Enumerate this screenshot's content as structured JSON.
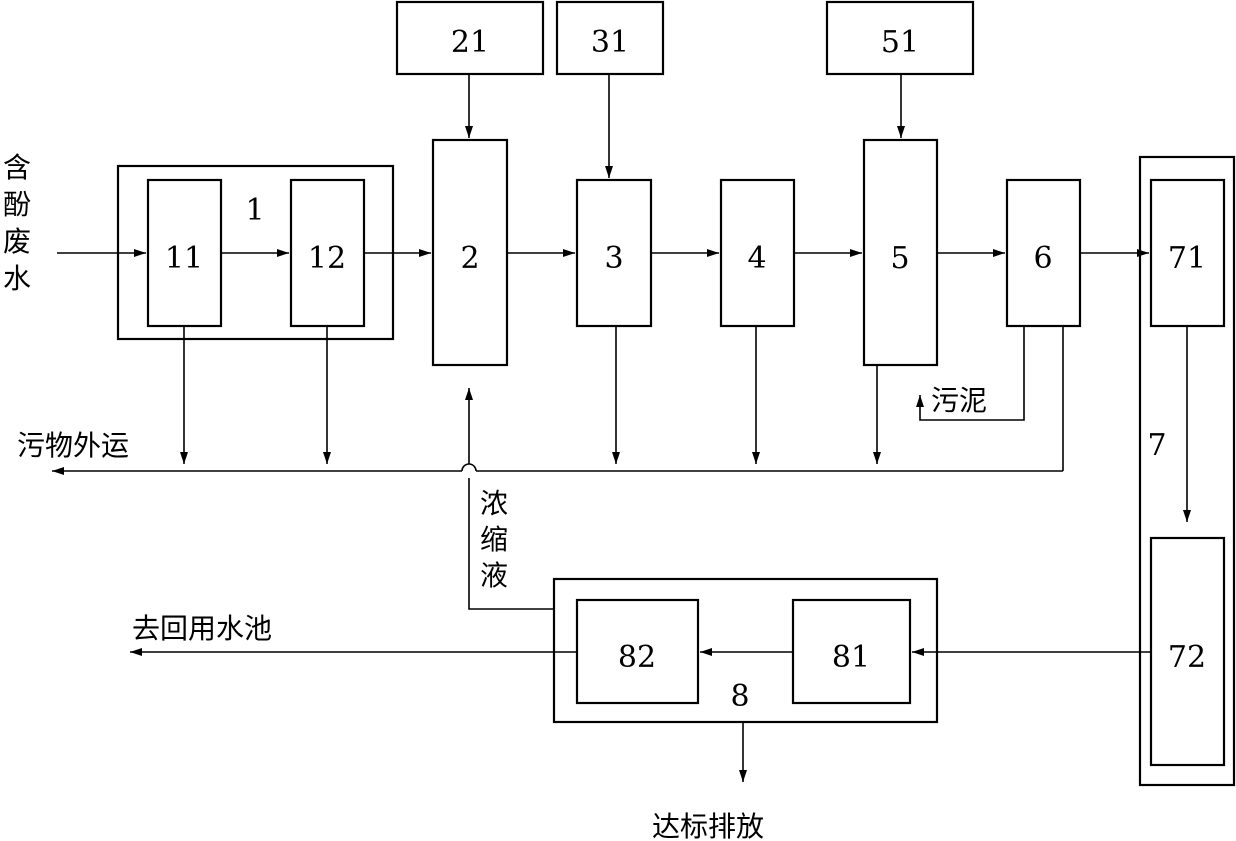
{
  "units": {
    "u1": "1",
    "u11": "11",
    "u12": "12",
    "u2": "2",
    "u21": "21",
    "u3": "3",
    "u31": "31",
    "u4": "4",
    "u5": "5",
    "u51": "51",
    "u6": "6",
    "u7": "7",
    "u71": "71",
    "u72": "72",
    "u8": "8",
    "u81": "81",
    "u82": "82"
  },
  "labels": {
    "inlet": [
      "含",
      "酚",
      "废",
      "水"
    ],
    "waste_out": "污物外运",
    "sludge": "污泥",
    "concentrate": [
      "浓",
      "缩",
      "液"
    ],
    "reuse_pool": "去回用水池",
    "discharge": "达标排放"
  }
}
